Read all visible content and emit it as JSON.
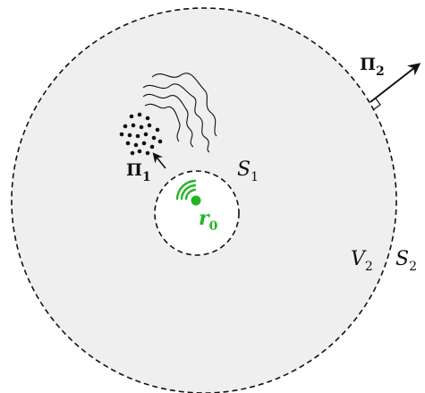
{
  "colors": {
    "background": "#ffffff",
    "region_fill": "#efefef",
    "inner_fill": "#ffffff",
    "boundary": "#111111",
    "source": "#22b522",
    "ink": "#111111"
  },
  "labels": {
    "outer_surface": {
      "main": "S",
      "sub": "2"
    },
    "inner_surface": {
      "main": "S",
      "sub": "1"
    },
    "volume": {
      "main": "V",
      "sub": "2"
    },
    "source_position": {
      "main": "r",
      "sub": "0"
    },
    "inner_flux": {
      "main": "Π",
      "sub": "1"
    },
    "outer_flux": {
      "main": "Π",
      "sub": "2"
    }
  },
  "icons": {
    "source": "wireless-signal-icon",
    "scatterers": "particle-cloud-icon",
    "waves": "wavy-lines-icon"
  }
}
